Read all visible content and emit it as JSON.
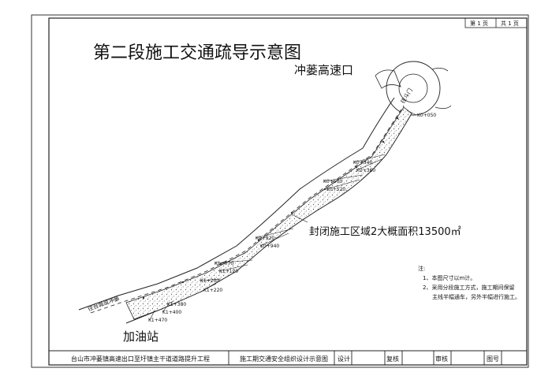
{
  "sheet": {
    "page_label": "第 1 页",
    "total_label": "共 1 页"
  },
  "title": "第二段施工交通疏导示意图",
  "labels": {
    "expressway_exit": "冲蒌高速口",
    "gas_station": "加油站",
    "closed_area": "封闭施工区域2大概面积13500㎡",
    "road_left": "往台城或冲蒌",
    "road_right": "往斗门"
  },
  "stations": [
    {
      "label": "K0+050"
    },
    {
      "label": "K0+340"
    },
    {
      "label": "K0+360"
    },
    {
      "label": "K0+500"
    },
    {
      "label": "K0+520"
    },
    {
      "label": "K0+920"
    },
    {
      "label": "K0+940"
    },
    {
      "label": "K1+070"
    },
    {
      "label": "K1+120"
    },
    {
      "label": "K1+200"
    },
    {
      "label": "K1+220"
    },
    {
      "label": "K1+380"
    },
    {
      "label": "K1+400"
    },
    {
      "label": "K1+470"
    }
  ],
  "notes": {
    "heading": "注:",
    "lines": [
      "1、本图尺寸以m计。",
      "2、采用分段施工方式，施工期间保留",
      "主线半幅通车，另外半幅进行施工。"
    ]
  },
  "footer": {
    "project": "台山市冲蒌镇高速出口至圩镇主干道道路提升工程",
    "drawing": "施工期交通安全组织设计示意图",
    "design_label": "设计",
    "review_label": "复核",
    "approve_label": "审核",
    "drawing_no_label": "图号"
  },
  "colors": {
    "line": "#222222",
    "hatch": "#888888",
    "paper": "#ffffff"
  }
}
